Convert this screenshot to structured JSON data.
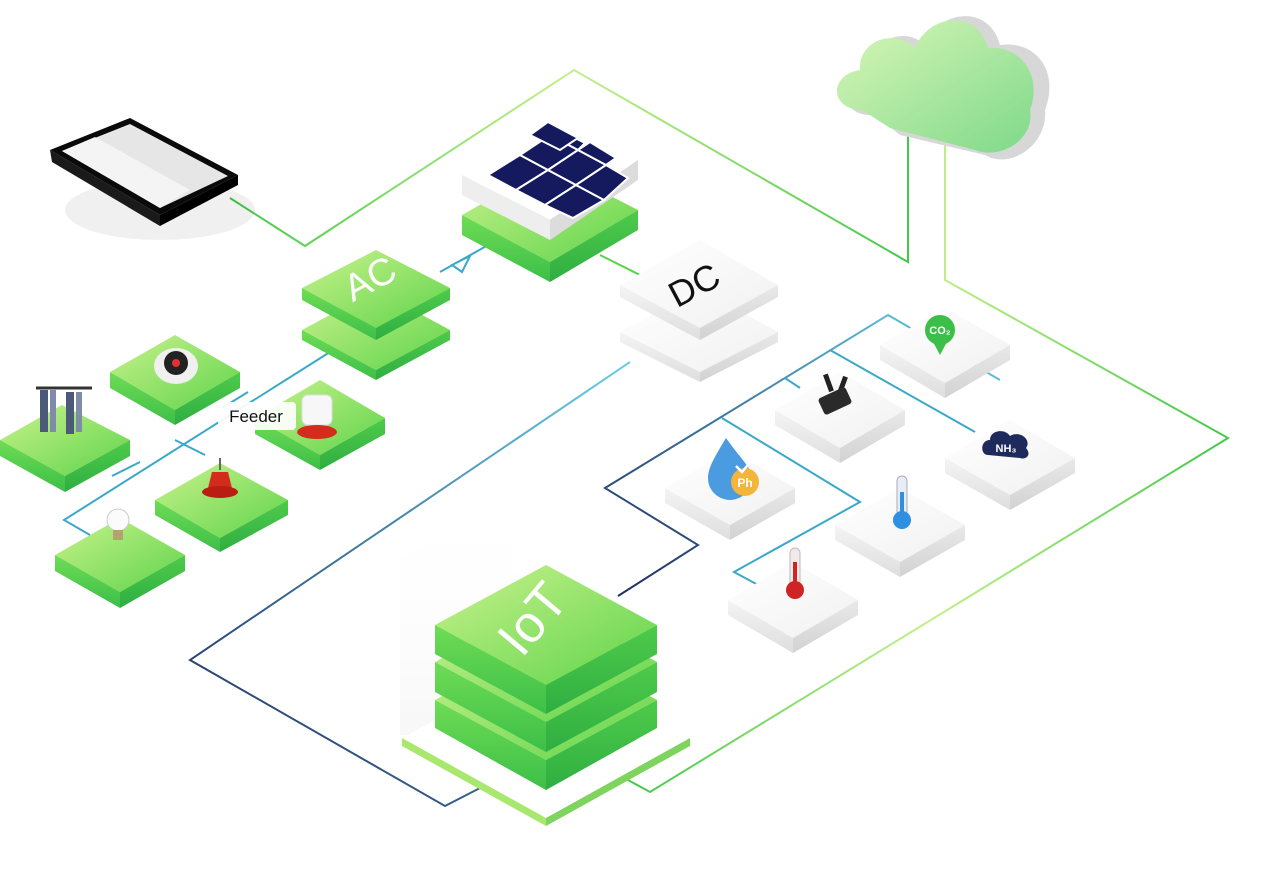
{
  "labels": {
    "ac": "AC",
    "dc": "DC",
    "iot": "IoT",
    "feeder": "Feeder",
    "co2": "CO₂",
    "nh3": "NH₃",
    "ph": "Ph"
  },
  "colors": {
    "green_top": "#a8e86e",
    "green_mid": "#5fd44a",
    "green_side": "#39b54a",
    "white_top": "#ffffff",
    "white_side": "#e6e6e6",
    "line_green": "#59d04a",
    "line_blue": "#3aa9c9",
    "line_navy": "#1e2a5c",
    "solar": "#151a5e",
    "cloud": "#9fe38a"
  },
  "icons": [
    "phone-icon",
    "cloud-icon",
    "solar-panel-icon",
    "curtain-icon",
    "fan-icon",
    "feeder-icon",
    "drinker-icon",
    "bulb-icon",
    "co2-sensor-icon",
    "camera-icon",
    "nh3-sensor-icon",
    "ph-sensor-icon",
    "cold-thermometer-icon",
    "hot-thermometer-icon"
  ]
}
